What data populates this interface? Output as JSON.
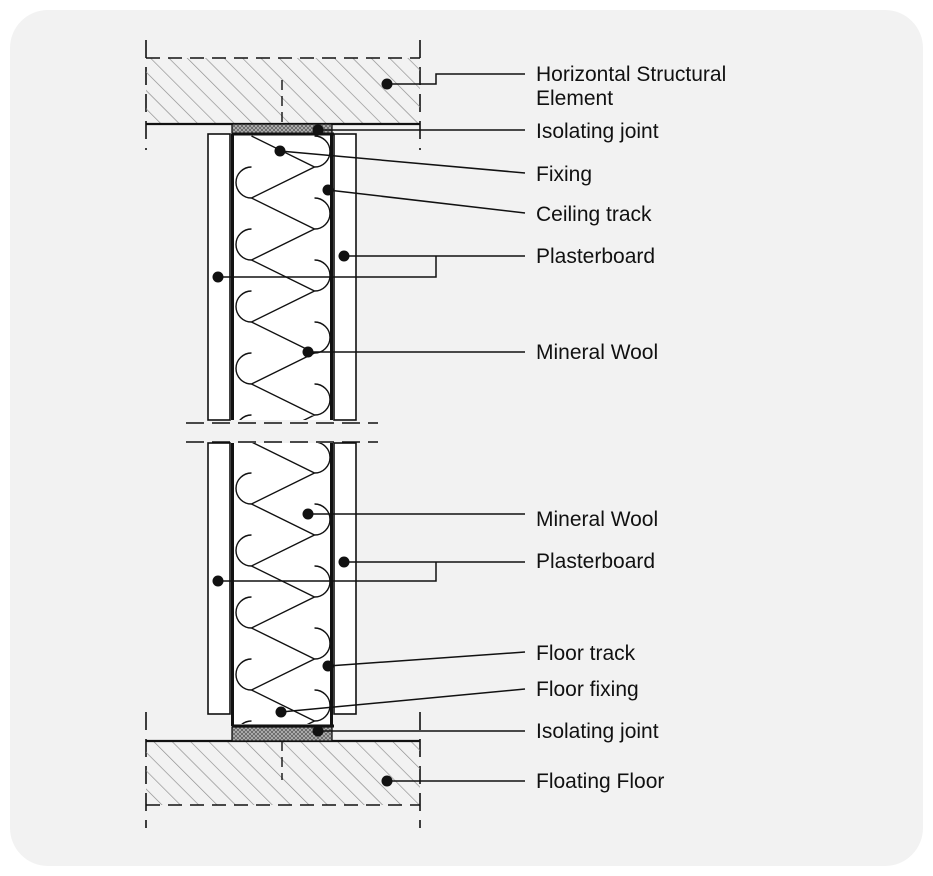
{
  "diagram": {
    "labels": {
      "horizontal_structural_line1": "Horizontal Structural",
      "horizontal_structural_line2": "Element",
      "isolating_joint_top": "Isolating joint",
      "fixing": "Fixing",
      "ceiling_track": "Ceiling track",
      "plasterboard_top": "Plasterboard",
      "mineral_wool_top": "Mineral Wool",
      "mineral_wool_bottom": "Mineral Wool",
      "plasterboard_bottom": "Plasterboard",
      "floor_track": "Floor track",
      "floor_fixing": "Floor fixing",
      "isolating_joint_bottom": "Isolating joint",
      "floating_floor": "Floating Floor"
    },
    "colors": {
      "panel_background": "#f2f2f2",
      "line": "#111111",
      "hatch": "#8a8a8a",
      "joint_fill": "#b5b5b5"
    }
  }
}
